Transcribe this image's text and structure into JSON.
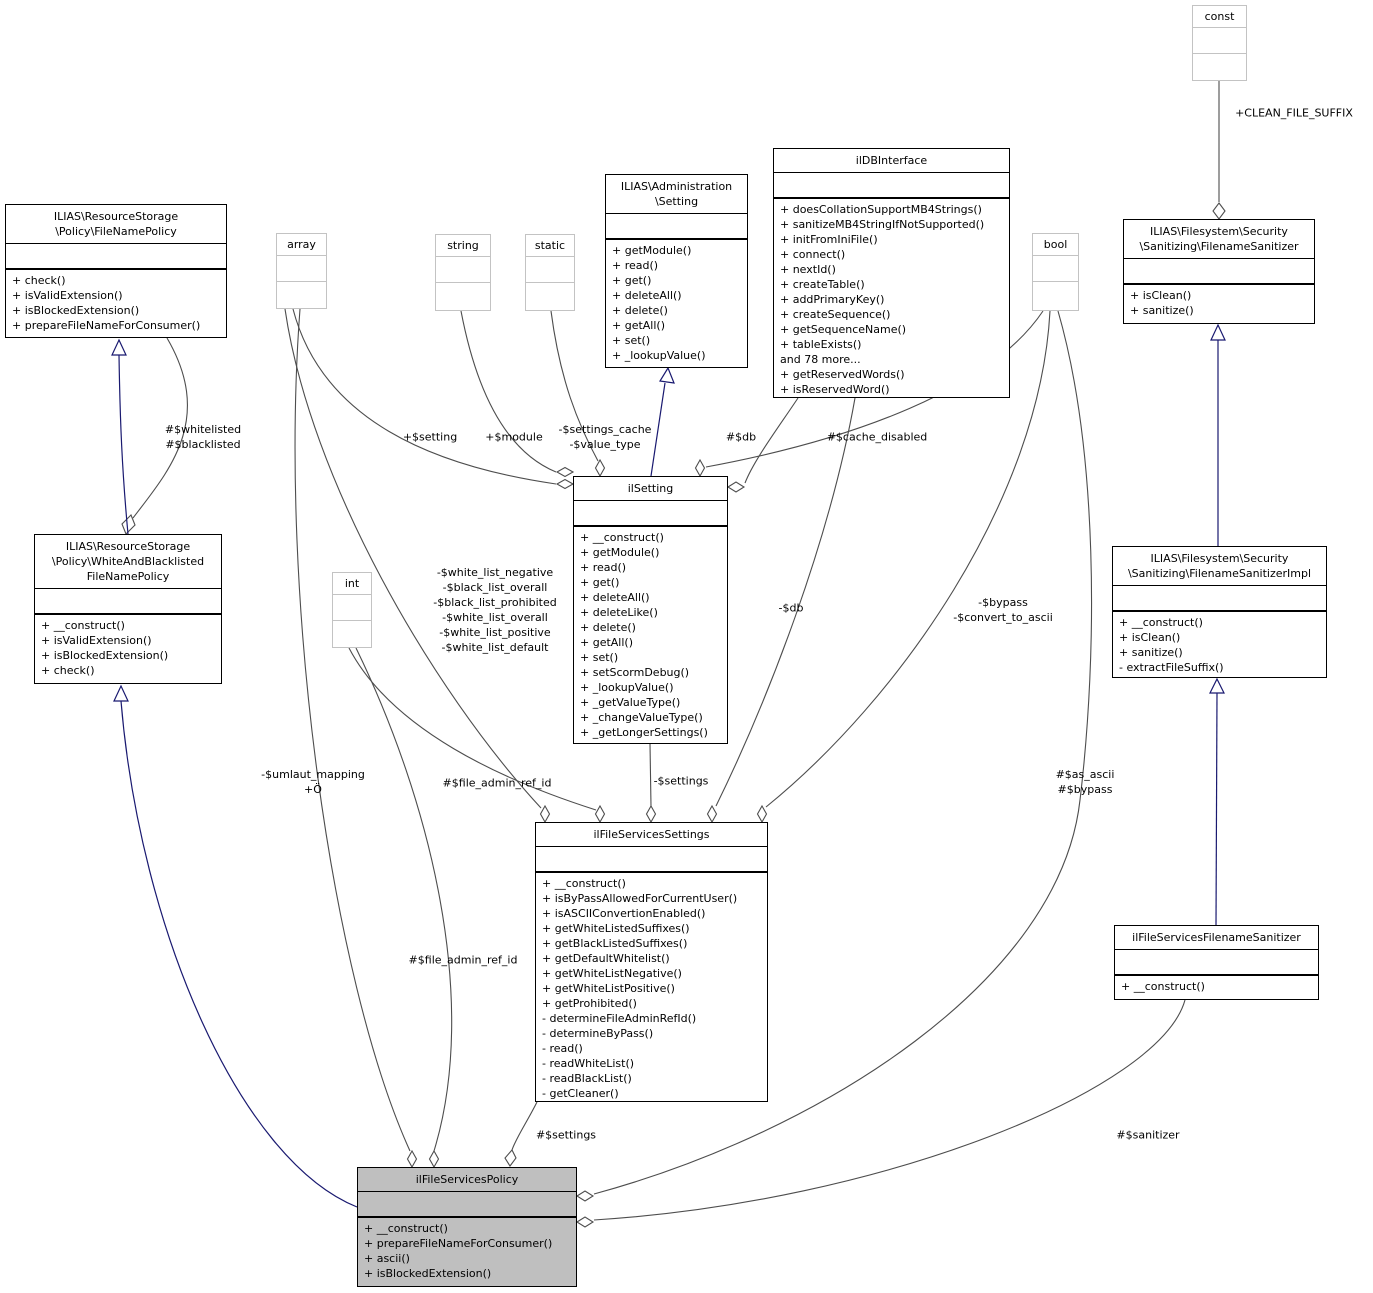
{
  "classes": {
    "file_name_policy": {
      "title": "ILIAS\\ResourceStorage\n\\Policy\\FileNamePolicy",
      "methods": [
        "+ check()",
        "+ isValidExtension()",
        "+ isBlockedExtension()",
        "+ prepareFileNameForConsumer()"
      ]
    },
    "white_and_blacklisted": {
      "title": "ILIAS\\ResourceStorage\n\\Policy\\WhiteAndBlacklisted\nFileNamePolicy",
      "methods": [
        "+ __construct()",
        "+ isValidExtension()",
        "+ isBlockedExtension()",
        "+ check()"
      ]
    },
    "admin_setting": {
      "title": "ILIAS\\Administration\n\\Setting",
      "methods": [
        "+ getModule()",
        "+ read()",
        "+ get()",
        "+ deleteAll()",
        "+ delete()",
        "+ getAll()",
        "+ set()",
        "+ _lookupValue()"
      ]
    },
    "il_db_interface": {
      "title": "ilDBInterface",
      "methods": [
        "+ doesCollationSupportMB4Strings()",
        "+ sanitizeMB4StringIfNotSupported()",
        "+ initFromIniFile()",
        "+ connect()",
        "+ nextId()",
        "+ createTable()",
        "+ addPrimaryKey()",
        "+ createSequence()",
        "+ getSequenceName()",
        "+ tableExists()",
        "and 78 more...",
        "+ getReservedWords()",
        "+ isReservedWord()"
      ]
    },
    "il_setting": {
      "title": "ilSetting",
      "methods": [
        "+ __construct()",
        "+ getModule()",
        "+ read()",
        "+ get()",
        "+ deleteAll()",
        "+ deleteLike()",
        "+ delete()",
        "+ getAll()",
        "+ set()",
        "+ setScormDebug()",
        "+ _lookupValue()",
        "+ _getValueType()",
        "+ _changeValueType()",
        "+ _getLongerSettings()"
      ]
    },
    "il_file_services_settings": {
      "title": "ilFileServicesSettings",
      "methods": [
        "+ __construct()",
        "+ isByPassAllowedForCurrentUser()",
        "+ isASCIIConvertionEnabled()",
        "+ getWhiteListedSuffixes()",
        "+ getBlackListedSuffixes()",
        "+ getDefaultWhitelist()",
        "+ getWhiteListNegative()",
        "+ getWhiteListPositive()",
        "+ getProhibited()",
        "- determineFileAdminRefId()",
        "- determineByPass()",
        "- read()",
        "- readWhiteList()",
        "- readBlackList()",
        "- getCleaner()"
      ]
    },
    "filename_sanitizer": {
      "title": "ILIAS\\Filesystem\\Security\n\\Sanitizing\\FilenameSanitizer",
      "methods": [
        "+ isClean()",
        "+ sanitize()"
      ]
    },
    "filename_sanitizer_impl": {
      "title": "ILIAS\\Filesystem\\Security\n\\Sanitizing\\FilenameSanitizerImpl",
      "methods": [
        "+ __construct()",
        "+ isClean()",
        "+ sanitize()",
        "- extractFileSuffix()"
      ]
    },
    "il_fs_filename_sanitizer": {
      "title": "ilFileServicesFilenameSanitizer",
      "methods": [
        "+ __construct()"
      ]
    },
    "il_file_services_policy": {
      "title": "ilFileServicesPolicy",
      "methods": [
        "+ __construct()",
        "+ prepareFileNameForConsumer()",
        "+ ascii()",
        "+ isBlockedExtension()"
      ]
    },
    "primitives": {
      "array": "array",
      "string": "string",
      "static": "static",
      "int": "int",
      "bool": "bool",
      "const": "const"
    }
  },
  "edge_labels": {
    "clean_file_suffix": "+CLEAN_FILE_SUFFIX",
    "whitelisted_blacklisted": "#$whitelisted\n#$blacklisted",
    "setting": "+$setting",
    "module": "+$module",
    "settings_cache_value_type": "-$settings_cache\n-$value_type",
    "db_setting": "#$db",
    "cache_disabled": "#$cache_disabled",
    "white_black_lists": "-$white_list_negative\n-$black_list_overall\n-$black_list_prohibited\n-$white_list_overall\n-$white_list_positive\n-$white_list_default",
    "db_settings": "-$db",
    "bypass_convert": "-$bypass\n-$convert_to_ascii",
    "umlaut_mapping": "-$umlaut_mapping\n+Ö",
    "file_admin_ref_id_settings": "#$file_admin_ref_id",
    "settings_member": "-$settings",
    "as_ascii_bypass": "#$as_ascii\n#$bypass",
    "file_admin_ref_id_policy": "#$file_admin_ref_id",
    "settings_policy": "#$settings",
    "sanitizer": "#$sanitizer"
  },
  "colors": {
    "edge": "#4d4d4d",
    "inheritance": "#191970",
    "highlight_fill": "#bfbfbf",
    "primitive_border": "#c3c3c3"
  }
}
